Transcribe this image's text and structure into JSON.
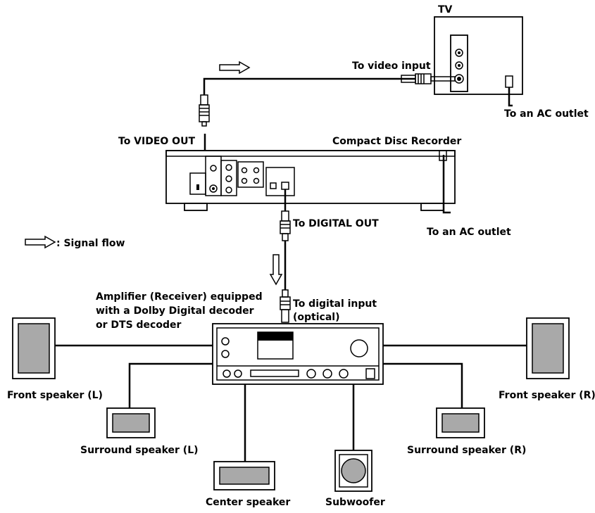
{
  "labels": {
    "tv": "TV",
    "to_video_input": "To video input",
    "to_ac_outlet_tv": "To an AC outlet",
    "to_video_out": "To VIDEO OUT",
    "compact_disc_recorder": "Compact Disc Recorder",
    "to_digital_out": "To DIGITAL OUT",
    "to_ac_outlet_recorder": "To an AC outlet",
    "signal_flow": ": Signal flow",
    "amplifier": [
      "Amplifier (Receiver) equipped",
      "with a Dolby Digital decoder",
      "or DTS decoder"
    ],
    "to_digital_input": [
      "To digital input",
      "(optical)"
    ],
    "front_speaker_l": "Front speaker (L)",
    "front_speaker_r": "Front speaker (R)",
    "surround_speaker_l": "Surround speaker (L)",
    "surround_speaker_r": "Surround speaker (R)",
    "center_speaker": "Center speaker",
    "subwoofer": "Subwoofer"
  },
  "icons": {
    "signal_arrow": "hollow-arrow-icon",
    "speaker": "speaker-icon"
  }
}
